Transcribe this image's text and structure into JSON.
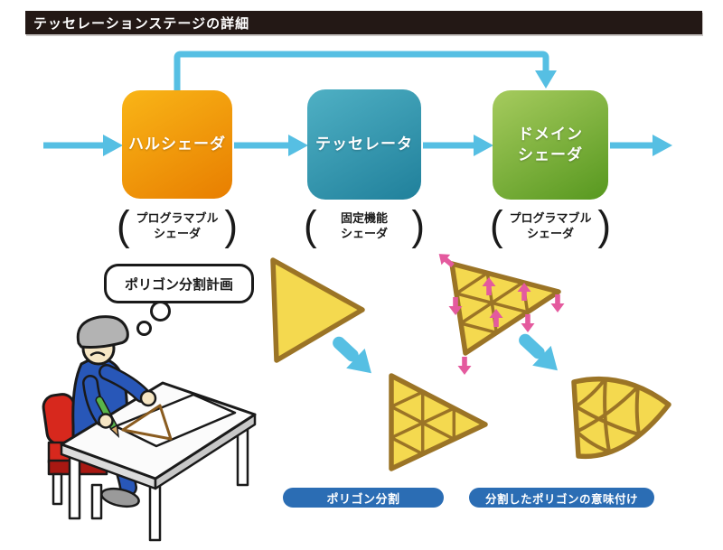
{
  "title_bar": {
    "text": "テッセレーションステージの詳細"
  },
  "pipeline": {
    "boxes": [
      {
        "name": "hull-shader",
        "line1": "ハルシェーダ",
        "type_line1": "プログラマブル",
        "type_line2": "シェーダ"
      },
      {
        "name": "tessellator",
        "line1": "テッセレータ",
        "type_line1": "固定機能",
        "type_line2": "シェーダ"
      },
      {
        "name": "domain-shader",
        "line1": "ドメイン",
        "line2": "シェーダ",
        "type_line1": "プログラマブル",
        "type_line2": "シェーダ"
      }
    ]
  },
  "illustration": {
    "thought_bubble_text": "ポリゴン分割計画",
    "scene": "person-drawing-triangle-at-desk"
  },
  "captions": {
    "divide": "ポリゴン分割",
    "semantics": "分割したポリゴンの意味付け"
  },
  "colors": {
    "titlebar": "#231815",
    "arrow": "#56bfe3",
    "hull_top": "#f9b517",
    "hull_bot": "#e87e00",
    "tess_top": "#4fb0c4",
    "tess_bot": "#20809b",
    "dom_top": "#a6cb5e",
    "dom_bot": "#57981f",
    "tri_fill": "#f4d94f",
    "tri_stroke": "#9b7426",
    "pink": "#e45a9e",
    "pill": "#2b6db4",
    "ink": "#1a1a1a",
    "red": "#d7281d",
    "red_dark": "#a81812",
    "blue": "#2857b8",
    "skin": "#f6e6c4",
    "gray_cap": "#b3b3b3",
    "green_pencil": "#58b54a",
    "brown_draw": "#8a5c20",
    "shoe": "#9a9a9a"
  }
}
